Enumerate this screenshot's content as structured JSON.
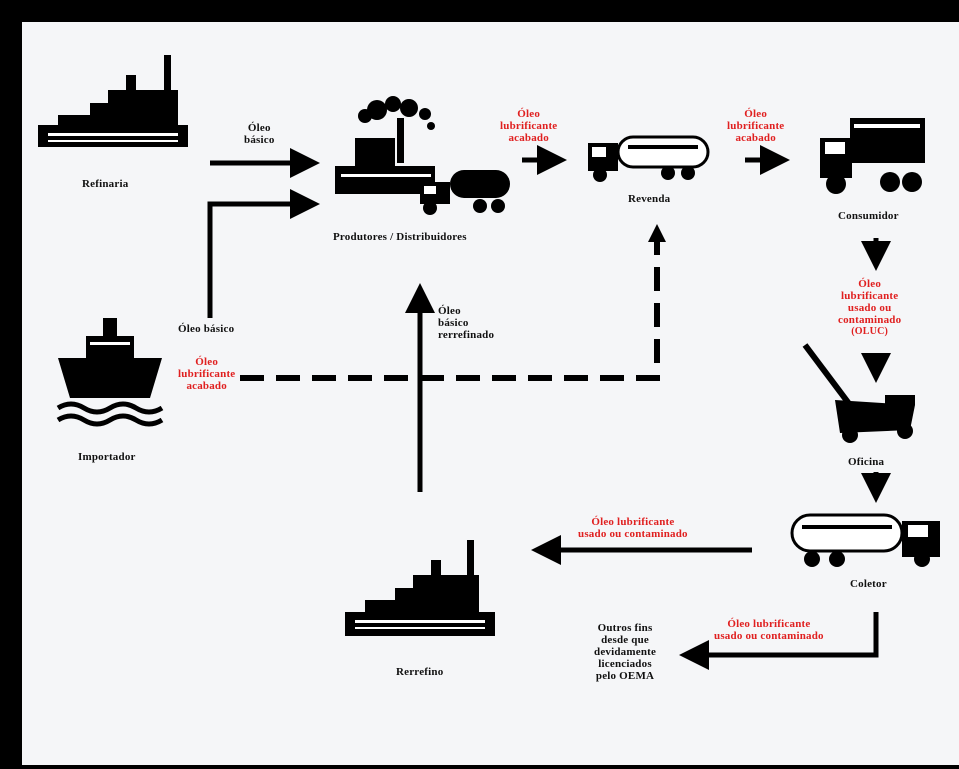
{
  "nodes": {
    "refinaria": "Refinaria",
    "produtores": "Produtores  / Distribuidores",
    "revenda": "Revenda",
    "consumidor": "Consumidor",
    "importador": "Importador",
    "oficina": "Oficina",
    "coletor": "Coletor",
    "rerrefino": "Rerrefino"
  },
  "flows": {
    "refinaria_to_produtores": [
      "Óleo",
      "básico"
    ],
    "importador_to_produtores": "Óleo básico",
    "importador_red": [
      "Óleo",
      "lubrificante",
      "acabado"
    ],
    "produtores_to_revenda": [
      "Óleo",
      "lubrificante",
      "acabado"
    ],
    "revenda_to_consumidor": [
      "Óleo",
      "lubrificante",
      "acabado"
    ],
    "consumidor_to_oficina": [
      "Óleo",
      "lubrificante",
      "usado  ou",
      "contaminado",
      "(OLUC)"
    ],
    "coletor_to_rerrefino": [
      "Óleo lubrificante",
      "usado  ou  contaminado"
    ],
    "coletor_to_outros": [
      "Óleo lubrificante",
      "usado  ou  contaminado"
    ],
    "rerrefino_to_produtores": [
      "Óleo",
      "básico",
      "rerrefinado"
    ],
    "outros_fins": [
      "Outros  fins",
      "desde  que",
      "devidamente",
      "licenciados",
      "pelo  OEMA"
    ]
  },
  "colors": {
    "black": "#000000",
    "red": "#e02020",
    "background": "#f5f6f8"
  },
  "icons": [
    "factory-icon",
    "ship-icon",
    "tanker-truck-icon",
    "dump-truck-icon",
    "jack-icon"
  ]
}
